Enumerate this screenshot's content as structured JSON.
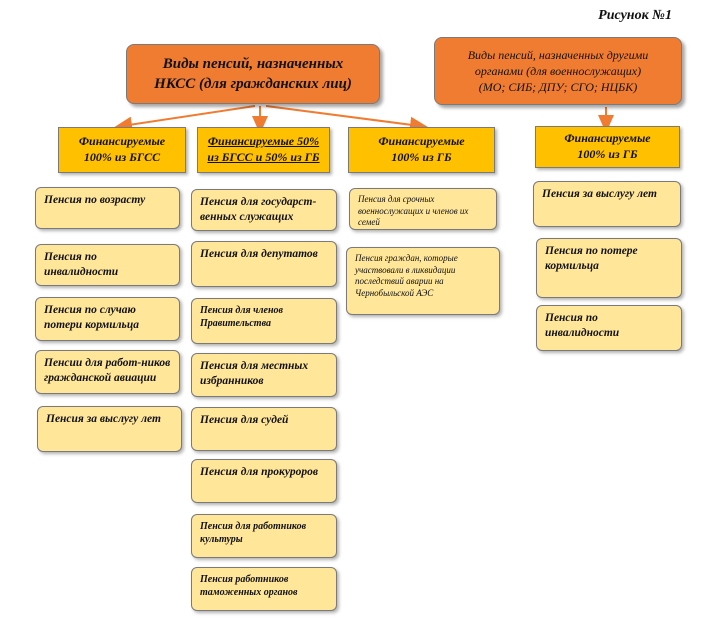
{
  "title": "Рисунок №1",
  "top_nodes": {
    "nkss": {
      "line1": "Виды пенсий, назначенных",
      "line2": "НКСС (для гражданских лиц)"
    },
    "other": {
      "line1": "Виды пенсий, назначенных другими",
      "line2": "органами (для военнослужащих)",
      "line3": "(МО; СИБ; ДПУ; СГО; НЦБК)"
    }
  },
  "financing": {
    "bgss": {
      "line1": "Финансируемые",
      "line2": "100% из БГСС"
    },
    "mixed": {
      "line1": "Финансируемые 50%",
      "line2": "из БГСС и 50% из ГБ"
    },
    "gb": {
      "line1": "Финансируемые",
      "line2": "100% из ГБ"
    },
    "gb_military": {
      "line1": "Финансируемые",
      "line2": "100% из ГБ"
    }
  },
  "columns": {
    "bgss": [
      "Пенсия по возрасту",
      "Пенсия по инвалидности",
      "Пенсия по случаю потери кормильца",
      "Пенсии для работ-ников гражданской авиации",
      "Пенсия за выслугу лет"
    ],
    "mixed": [
      "Пенсия для государст-венных служащих",
      "Пенсия для депутатов",
      "Пенсия для членов Правительства",
      "Пенсия для местных избранников",
      "Пенсия для судей",
      "Пенсия для прокуроров",
      "Пенсия для работников культуры",
      "Пенсия работников таможенных органов"
    ],
    "gb": [
      "Пенсия для срочных военнослужащих и членов их семей",
      "Пенсия граждан, которые участвовали в ликвидации последствий аварии на Чернобыльской АЭС"
    ],
    "military": [
      "Пенсия за выслугу лет",
      "Пенсия по потере кормильца",
      "Пенсия по инвалидности"
    ]
  }
}
